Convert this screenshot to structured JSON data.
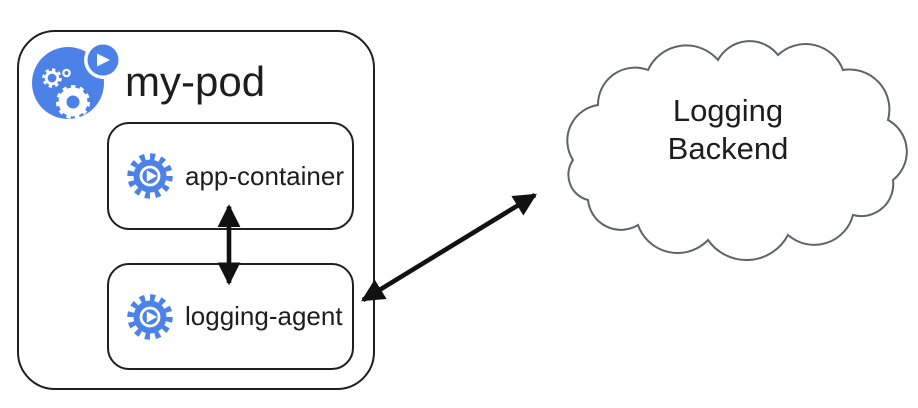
{
  "pod": {
    "name": "my-pod",
    "icon": "pod-icon"
  },
  "containers": [
    {
      "name": "app-container",
      "icon": "container-icon"
    },
    {
      "name": "logging-agent",
      "icon": "container-icon"
    }
  ],
  "backend": {
    "label_line1": "Logging",
    "label_line2": "Backend",
    "shape": "cloud"
  },
  "connections": [
    {
      "from": "app-container",
      "to": "logging-agent",
      "style": "double-headed-arrow"
    },
    {
      "from": "logging-agent",
      "to": "Logging Backend",
      "style": "double-headed-arrow"
    }
  ],
  "colors": {
    "icon_blue": "#4C82E8",
    "outline_black": "#1f1f1f",
    "arrow_black": "#111111",
    "cloud_outline": "#5f6368",
    "background": "#ffffff"
  }
}
